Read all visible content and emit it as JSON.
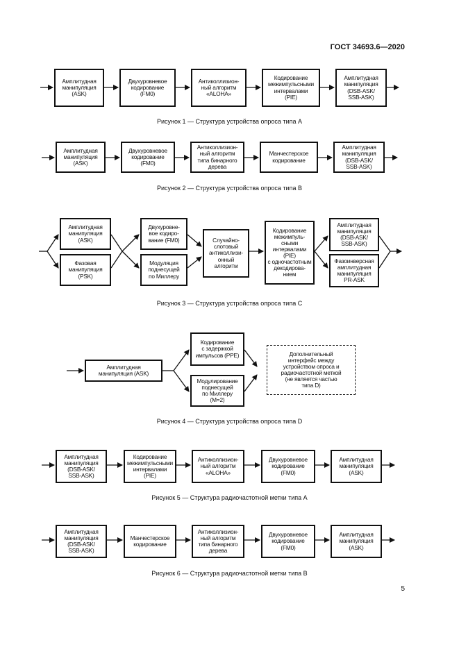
{
  "header": {
    "doc_code": "ГОСТ 34693.6—2020"
  },
  "page_number": "5",
  "figures": [
    {
      "caption": "Рисунок 1 — Структура устройства опроса типа A",
      "blocks": [
        "Амплитудная\nманипуляция\n(ASK)",
        "Двухуровневое\nкодирование\n(FM0)",
        "Антиколлизион-\nный алгоритм\n«ALOHA»",
        "Кодирование\nмежимпульсными\nинтервалами\n(PIE)",
        "Амплитудная\nманипуляция\n(DSB-ASK/\nSSB-ASK)"
      ]
    },
    {
      "caption": "Рисунок 2 — Структура устройства опроса типа B",
      "blocks": [
        "Амплитудная\nманипуляция\n(ASK)",
        "Двухуровневое\nкодирование\n(FM0)",
        "Антиколлизион-\nный алгоритм\nтипа бинарного\nдерева",
        "Манчестерское\nкодирование",
        "Амплитудная\nманипуляция\n(DSB-ASK/\nSSB-ASK)"
      ]
    },
    {
      "caption": "Рисунок 3 — Структура устройства опроса типа C",
      "blocks": [
        "Амплитудная\nманипуляция\n(ASK)",
        "Фазовая\nманипуляция\n(PSK)",
        "Двухуровне-\nвое кодиро-\nвание (FM0)",
        "Модуляция\nподнесущей\nпо Миллеру",
        "Случайно-\nслотовый\nантиколлизи-\nонный\nалгоритм",
        "Кодирование\nмежимпуль-\nсными\nинтервалами\n(PIE)\nс одночастотным\nдекодирова-\nнием",
        "Амплитудная\nманипуляция\n(DSB-ASK/\nSSB-ASK)",
        "Фазоинверсная\nамплитудная\nманипуляция\nPR-ASK"
      ]
    },
    {
      "caption": "Рисунок 4 — Структура устройства опроса типа D",
      "blocks": [
        "Амплитудная\nманипуляция (ASK)",
        "Кодирование\nс задержкой\nимпульсов (PPE)",
        "Модулирование\nподнесущей\nпо Миллеру\n(M=2)",
        "Дополнительный\nинтерфейс между\nустройством опроса и\nрадиочастотной меткой\n(не является частью\nтипа D)"
      ]
    },
    {
      "caption": "Рисунок 5 — Структура радиочастотной метки типа A",
      "blocks": [
        "Амплитудная\nманипуляция\n(DSB-ASK/\nSSB-ASK)",
        "Кодирование\nмежимпульсными\nинтервалами\n(PIE)",
        "Антиколлизион-\nный алгоритм\n«ALOHA»",
        "Двухуровневое\nкодирование\n(FM0)",
        "Амплитудная\nманипуляция\n(ASK)"
      ]
    },
    {
      "caption": "Рисунок 6 — Структура радиочастотной метки типа B",
      "blocks": [
        "Амплитудная\nманипуляция\n(DSB-ASK/\nSSB-ASK)",
        "Манчестерское\nкодирование",
        "Антиколлизион-\nный алгоритм\nтипа бинарного\nдерева",
        "Двухуровневое\nкодирование\n(FM0)",
        "Амплитудная\nманипуляция\n(ASK)"
      ]
    }
  ]
}
